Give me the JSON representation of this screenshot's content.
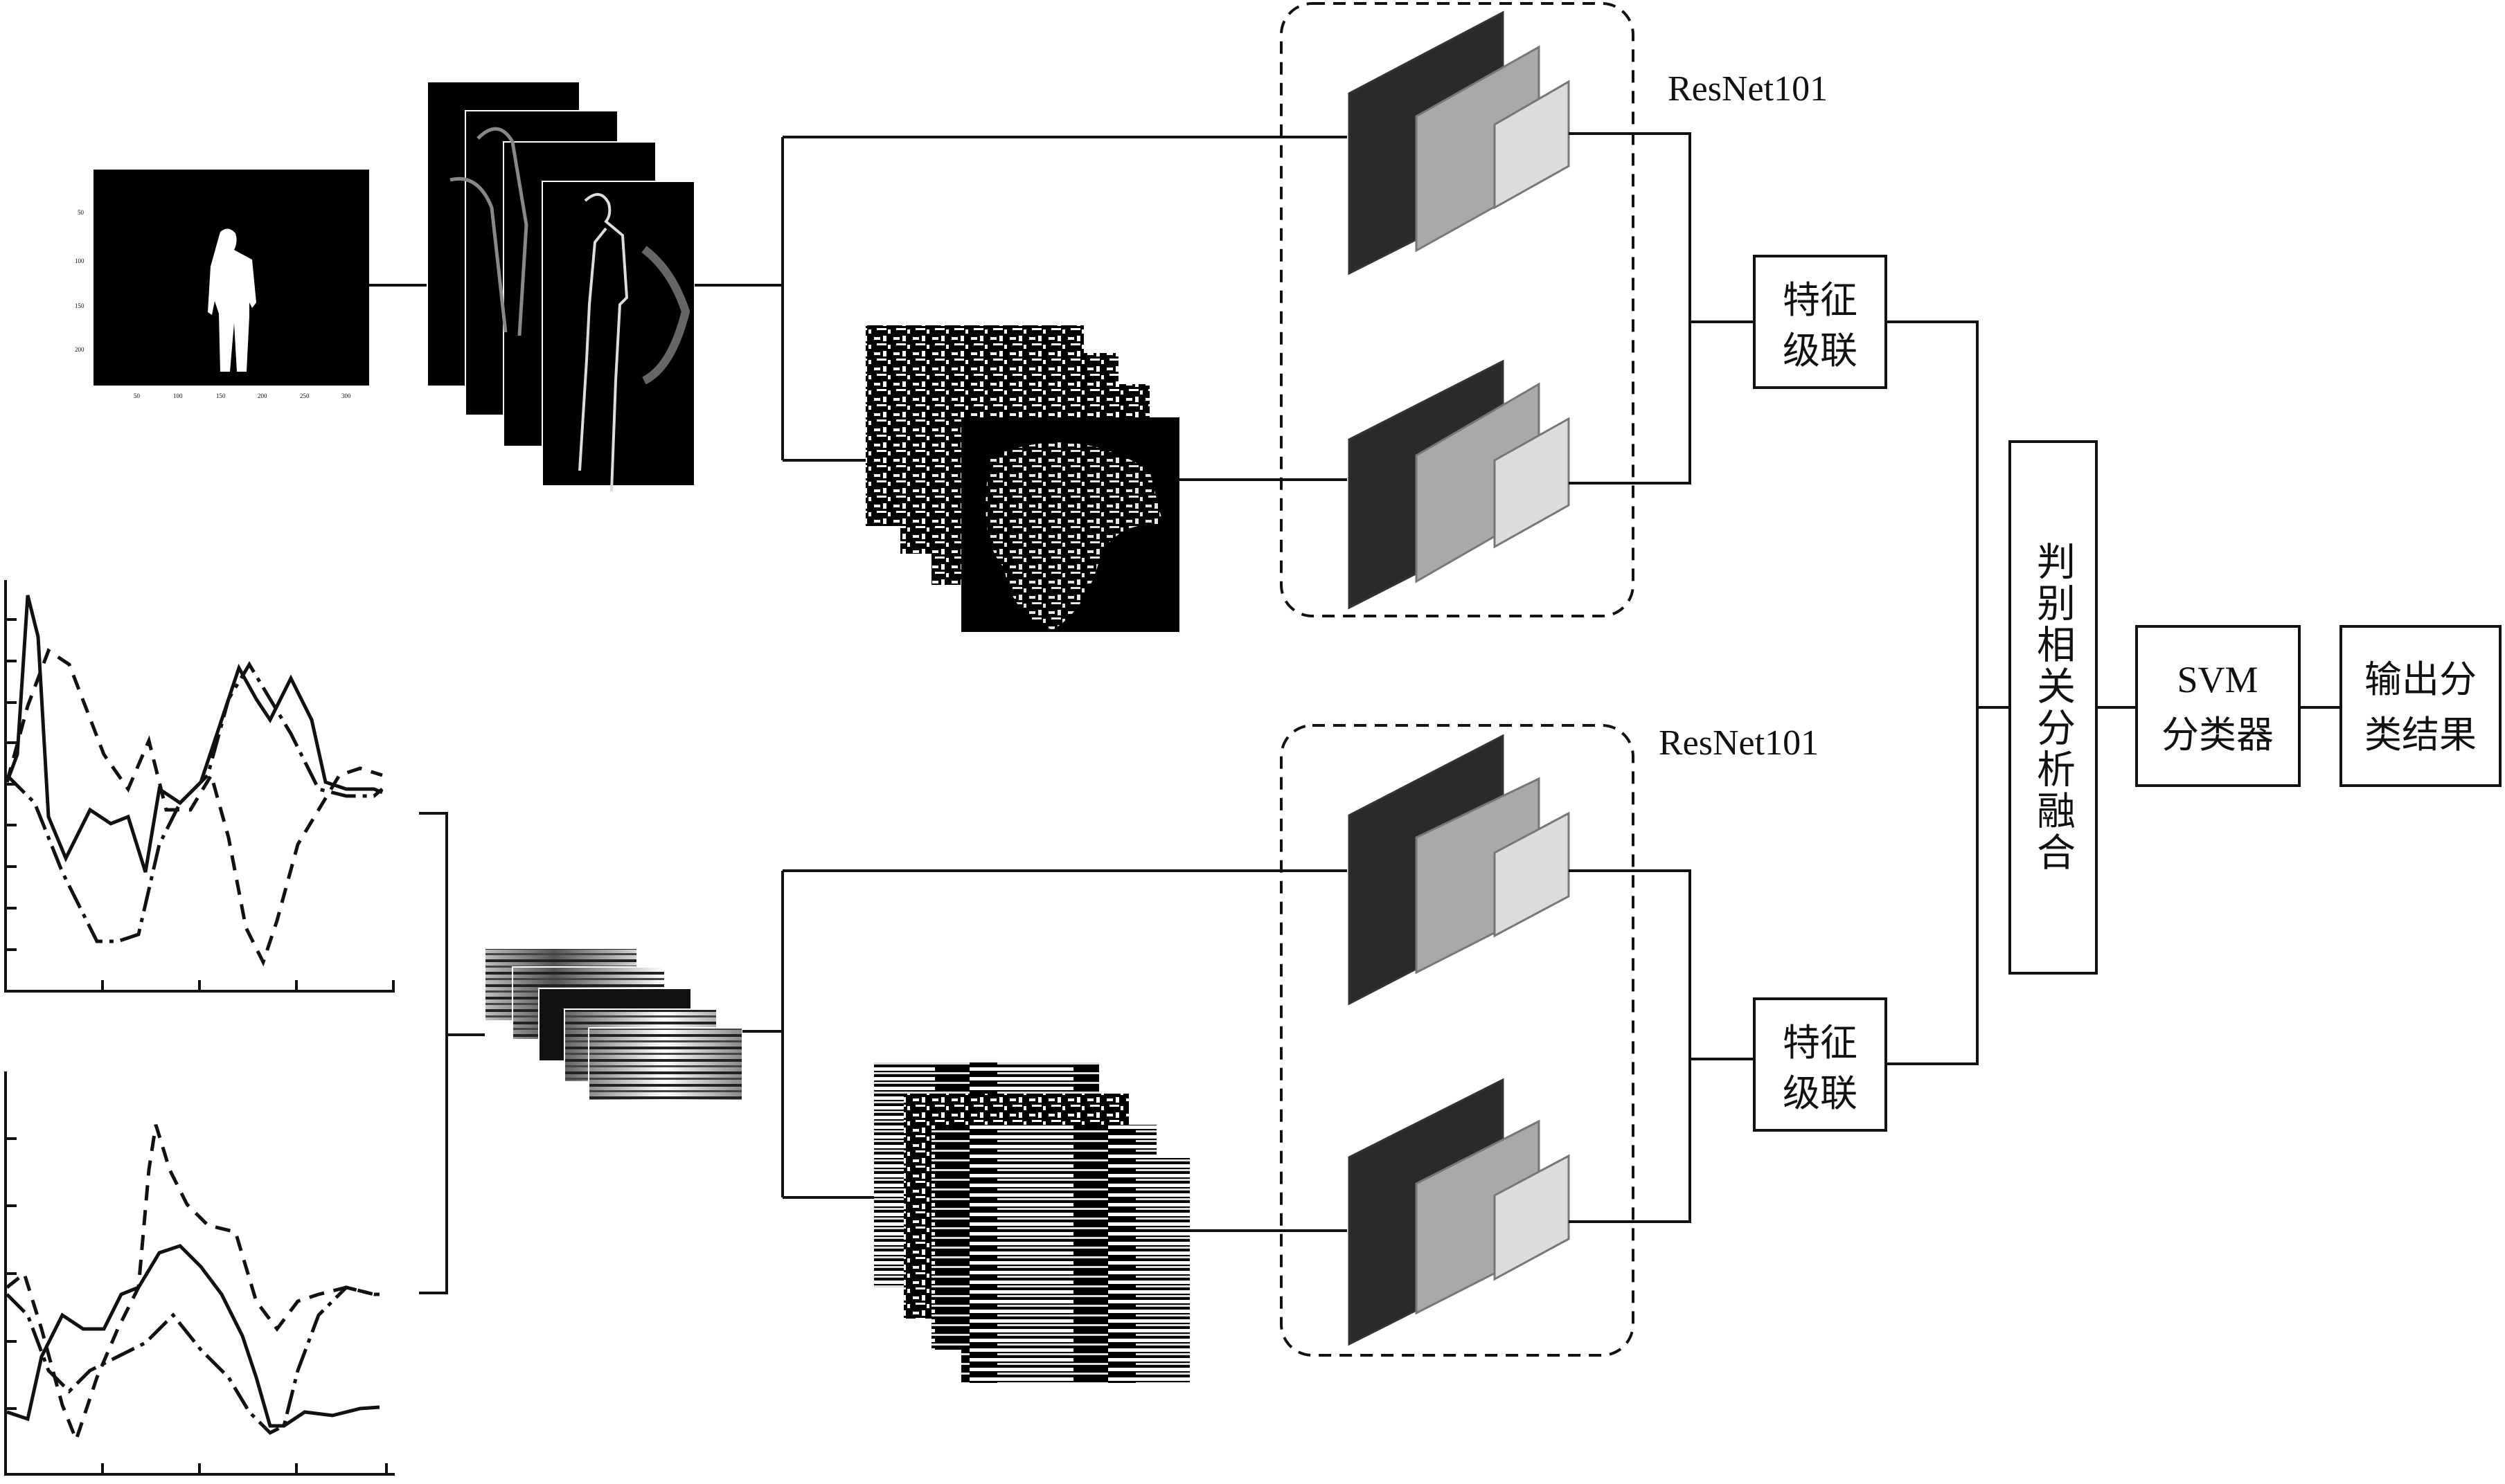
{
  "diagram": {
    "resnet_top_label": "ResNet101",
    "resnet_bottom_label": "ResNet101",
    "feature_concat_top": [
      "特征",
      "级联"
    ],
    "feature_concat_bottom": [
      "特征",
      "级联"
    ],
    "fusion_label": "判别相关分析融合",
    "svm_label": [
      "SVM",
      "分类器"
    ],
    "output_label": [
      "输出分",
      "类结果"
    ],
    "silhouette_axis_y": [
      "50",
      "100",
      "150",
      "200"
    ],
    "silhouette_axis_x": [
      "50",
      "100",
      "150",
      "200",
      "250",
      "300"
    ]
  },
  "colors": {
    "line": "#111111",
    "layer_dark": "#2a2a2a",
    "layer_mid": "#a9a9a9",
    "layer_light": "#dcdcdc"
  }
}
